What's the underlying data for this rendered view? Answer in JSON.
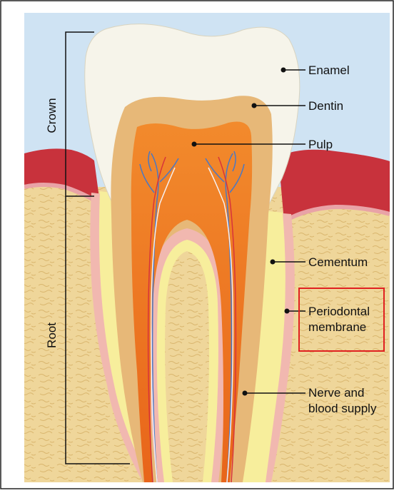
{
  "labels": {
    "enamel": "Enamel",
    "dentin": "Dentin",
    "pulp": "Pulp",
    "cementum": "Cementum",
    "periodontal_line1": "Periodontal",
    "periodontal_line2": "membrane",
    "nerve_line1": "Nerve and",
    "nerve_line2": "blood supply",
    "crown": "Crown",
    "root": "Root"
  },
  "highlighted_label": "Periodontal membrane",
  "colors": {
    "sky": "#cfe3f3",
    "bone": "#efd69a",
    "gum": "#c8323c",
    "enamel": "#f6f4ea",
    "dentin": "#e7b878",
    "pulp": "#ee7c20",
    "cementum": "#f7ee9c",
    "membrane": "#f1b8b0",
    "highlight_box": "#e02020"
  }
}
